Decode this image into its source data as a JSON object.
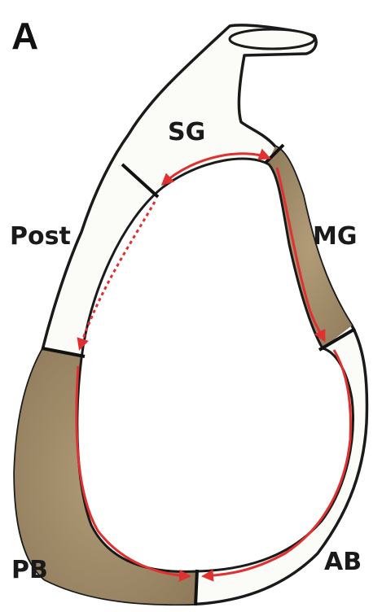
{
  "panel_label": "A",
  "labels": {
    "sg": "SG",
    "mg": "MG",
    "post": "Post",
    "pb": "PB",
    "ab": "AB"
  },
  "colors": {
    "outline": "#1a1a1a",
    "brown_fill": "#a08c6c",
    "arrow": "#e03030",
    "white_fill": "#fbfbf8"
  }
}
